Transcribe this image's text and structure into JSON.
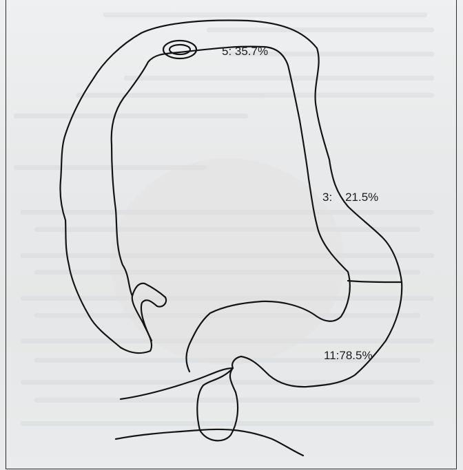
{
  "diagram": {
    "labels": {
      "segment_5": "5: 35.7%",
      "segment_3": "3:    21.5%",
      "segment_11": "11:78.5%"
    },
    "colors": {
      "stroke": "#141414",
      "background": "#e9eaeb"
    }
  }
}
